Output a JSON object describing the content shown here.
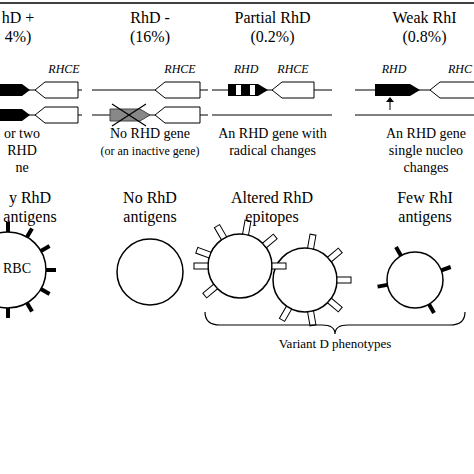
{
  "diagram": {
    "nodes": [
      {
        "text": [
          "RBC"
        ]
      }
    ],
    "labels": [
      "hD + 4%)",
      "RhD - (16%)",
      "Partial RhD (0.2%)",
      "Weak RhI (0.8%)",
      "RHCE",
      "RHCE",
      "RHD",
      "RHCE",
      "RHD",
      "RHC",
      "or two RHD ne",
      "No RHD gene",
      "(or an inactive gene)",
      "An RHD gene with radical changes",
      "An RHD gene single nucleo changes",
      "y RhD antigens",
      "No RhD antigens",
      "Altered RhD epitopes",
      "Few RhI antigens",
      "Variant D phenotypes"
    ]
  }
}
